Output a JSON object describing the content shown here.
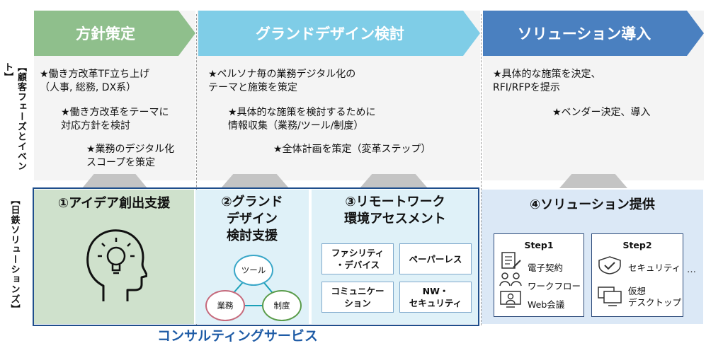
{
  "side_labels": {
    "top": "【顧客フェーズとイベント】",
    "bottom": "【日鉄ソリューションズ】"
  },
  "phases": [
    {
      "title": "方針策定",
      "color": "#8fbf8c"
    },
    {
      "title": "グランドデザイン検討",
      "color": "#7fcde7"
    },
    {
      "title": "ソリューション導入",
      "color": "#4a80c0"
    }
  ],
  "events": {
    "phase1": [
      "★働き方改革TF立ち上げ\n（人事, 総務, DX系）",
      "★働き方改革をテーマに\n対応方針を検討",
      "★業務のデジタル化\nスコープを策定"
    ],
    "phase2": [
      "★ペルソナ毎の業務デジタル化の\nテーマと施策を策定",
      "★具体的な施策を検討するために\n情報収集（業務/ツール/制度）",
      "★全体計画を策定（変革ステップ）"
    ],
    "phase3": [
      "★具体的な施策を決定、\nRFI/RFPを提示",
      "★ベンダー決定、導入"
    ]
  },
  "solutions": {
    "s1": {
      "title": "①アイデア創出支援",
      "icon": "head-lightbulb-icon"
    },
    "s2": {
      "title": "②グランド\nデザイン\n検討支援",
      "circles": [
        "ツール",
        "業務",
        "制度"
      ]
    },
    "s3": {
      "title": "③リモートワーク\n環境アセスメント",
      "boxes": [
        "ファシリティ\n・デバイス",
        "ペーパーレス",
        "コミュニケー\nション",
        "NW・\nセキュリティ"
      ]
    },
    "s4": {
      "title": "④ソリューション提供",
      "step1": {
        "label": "Step1",
        "items": [
          "電子契約",
          "ワークフロー",
          "Web会議"
        ]
      },
      "step2": {
        "label": "Step2",
        "items": [
          "セキュリティ",
          "仮想\nデスクトップ"
        ]
      },
      "more": "…"
    }
  },
  "consulting_label": "コンサルティングサービス",
  "colors": {
    "frame": "#1f4e8c",
    "consulting_text": "#1f5ca6",
    "panel_green": "#cfe1cc",
    "panel_cyan": "#dff1f8",
    "panel_blue": "#dbe8f6"
  }
}
